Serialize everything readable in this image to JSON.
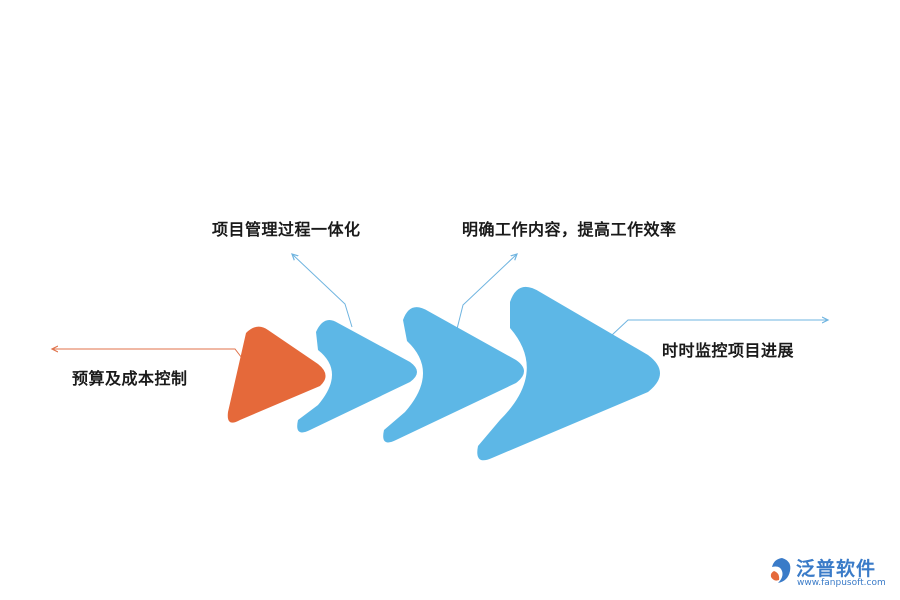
{
  "colors": {
    "orange": "#E5693A",
    "blue": "#5DB7E6",
    "line_blue": "#6FB4E0",
    "line_orange": "#E0724A",
    "logo_blue": "#3A7BC8",
    "logo_orange": "#E5693A"
  },
  "labels": {
    "left": "预算及成本控制",
    "top1": "项目管理过程一体化",
    "top2": "明确工作内容，提高工作效率",
    "right": "时时监控项目进展"
  },
  "logo": {
    "name": "泛普软件",
    "url": "www.fanpusoft.com"
  }
}
